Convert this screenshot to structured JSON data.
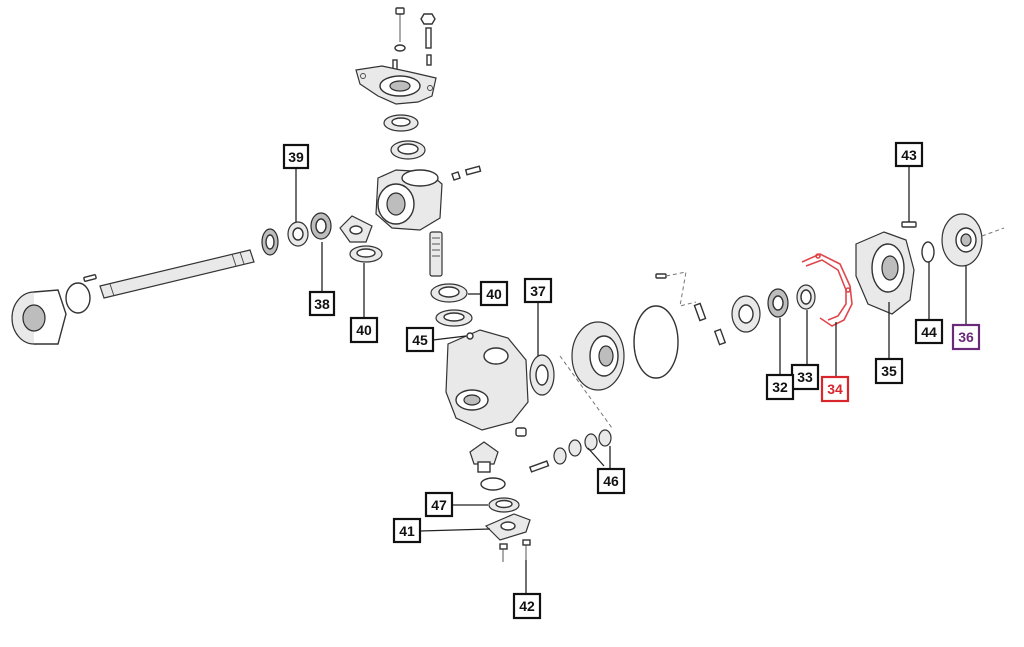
{
  "diagram": {
    "colors": {
      "outline": "#333333",
      "callout_default": "#111111",
      "callout_highlight_red": "#d7262c",
      "callout_highlight_purple": "#6a2a7a",
      "part_highlight": "#e0474c"
    },
    "callouts": [
      {
        "id": "c39",
        "label": "39",
        "color": "#111111"
      },
      {
        "id": "c38",
        "label": "38",
        "color": "#111111"
      },
      {
        "id": "c40a",
        "label": "40",
        "color": "#111111"
      },
      {
        "id": "c40b",
        "label": "40",
        "color": "#111111"
      },
      {
        "id": "c37",
        "label": "37",
        "color": "#111111"
      },
      {
        "id": "c45",
        "label": "45",
        "color": "#111111"
      },
      {
        "id": "c43",
        "label": "43",
        "color": "#111111"
      },
      {
        "id": "c44",
        "label": "44",
        "color": "#111111"
      },
      {
        "id": "c36",
        "label": "36",
        "color": "#6a2a7a"
      },
      {
        "id": "c35",
        "label": "35",
        "color": "#111111"
      },
      {
        "id": "c34",
        "label": "34",
        "color": "#d7262c"
      },
      {
        "id": "c33",
        "label": "33",
        "color": "#111111"
      },
      {
        "id": "c32",
        "label": "32",
        "color": "#111111"
      },
      {
        "id": "c46",
        "label": "46",
        "color": "#111111"
      },
      {
        "id": "c47",
        "label": "47",
        "color": "#111111"
      },
      {
        "id": "c41",
        "label": "41",
        "color": "#111111"
      },
      {
        "id": "c42",
        "label": "42",
        "color": "#111111"
      }
    ]
  }
}
